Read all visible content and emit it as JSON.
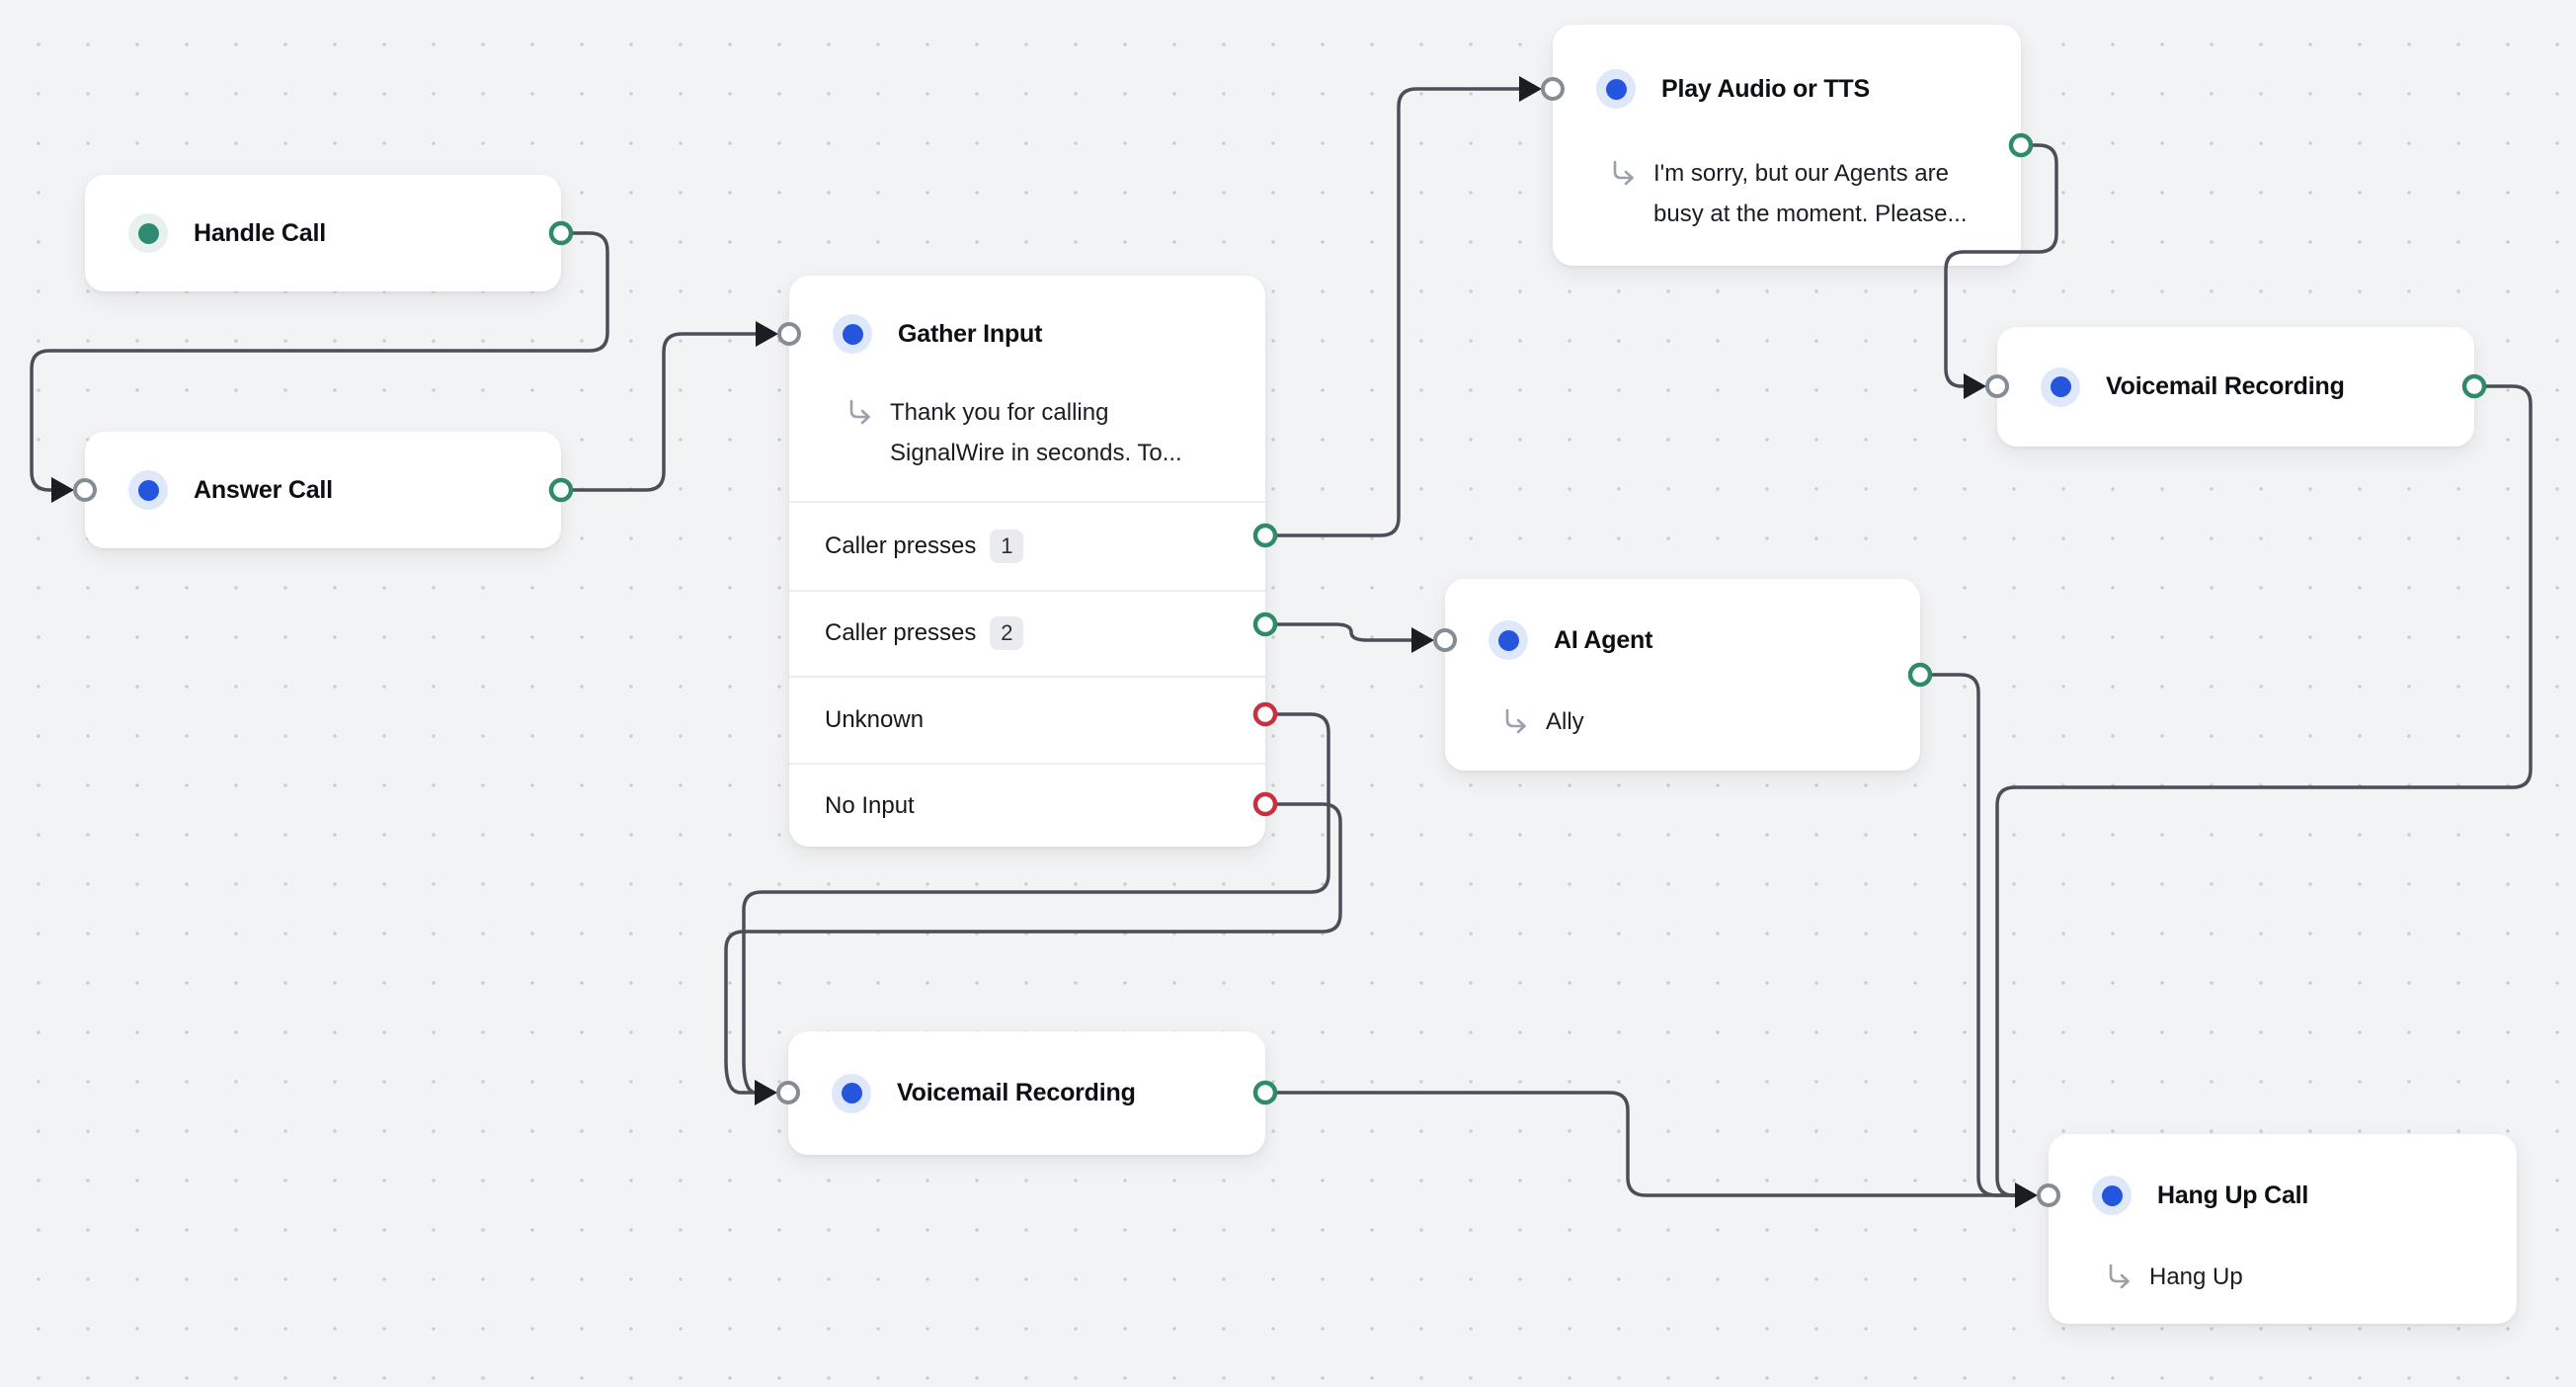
{
  "canvas": {
    "background_color": "#f2f3f5",
    "dot_grid_color": "#c7cad0"
  },
  "colors": {
    "node_background": "#ffffff",
    "wire": "#4a4f57",
    "success_port": "#2f8a67",
    "fail_port": "#c8303f",
    "input_port_ring": "#868c94",
    "input_arrowhead": "#1a1d21",
    "blue_icon": "#2456dd",
    "blue_icon_bg": "#dfe7fa",
    "teal_icon": "#2e8b72",
    "teal_icon_bg": "#e8f1ee",
    "badge_bg": "#e9ebef"
  },
  "nodes": [
    {
      "id": "handle-call",
      "title": "Handle Call",
      "icon": "teal-dot"
    },
    {
      "id": "answer-call",
      "title": "Answer Call",
      "icon": "blue-dot"
    },
    {
      "id": "gather-input",
      "title": "Gather Input",
      "icon": "blue-dot",
      "subtitle": "Thank you for calling SignalWire in seconds. To...",
      "rows": [
        {
          "label": "Caller presses",
          "badge": "1",
          "port": "success"
        },
        {
          "label": "Caller presses",
          "badge": "2",
          "port": "success"
        },
        {
          "label": "Unknown",
          "port": "fail"
        },
        {
          "label": "No Input",
          "port": "fail"
        }
      ]
    },
    {
      "id": "play-audio-or-tts",
      "title": "Play Audio or TTS",
      "icon": "blue-dot",
      "subtitle": "I'm sorry, but our Agents are busy at the moment. Please..."
    },
    {
      "id": "voicemail-recording-top",
      "title": "Voicemail Recording",
      "icon": "blue-dot"
    },
    {
      "id": "ai-agent",
      "title": "AI Agent",
      "icon": "blue-dot",
      "subtitle": "Ally"
    },
    {
      "id": "voicemail-recording-bottom",
      "title": "Voicemail Recording",
      "icon": "blue-dot"
    },
    {
      "id": "hang-up-call",
      "title": "Hang Up Call",
      "icon": "blue-dot",
      "subtitle": "Hang Up"
    }
  ],
  "edges": [
    {
      "from": "handle-call.output",
      "to": "answer-call.input"
    },
    {
      "from": "answer-call.output",
      "to": "gather-input.input"
    },
    {
      "from": "gather-input.caller-presses-1",
      "to": "play-audio-or-tts.input"
    },
    {
      "from": "gather-input.caller-presses-2",
      "to": "ai-agent.input"
    },
    {
      "from": "gather-input.unknown",
      "to": "voicemail-recording-bottom.input"
    },
    {
      "from": "gather-input.no-input",
      "to": "voicemail-recording-bottom.input"
    },
    {
      "from": "play-audio-or-tts.output",
      "to": "voicemail-recording-top.input"
    },
    {
      "from": "voicemail-recording-top.output",
      "to": "hang-up-call.input"
    },
    {
      "from": "ai-agent.output",
      "to": "hang-up-call.input"
    },
    {
      "from": "voicemail-recording-bottom.output",
      "to": "hang-up-call.input"
    }
  ]
}
